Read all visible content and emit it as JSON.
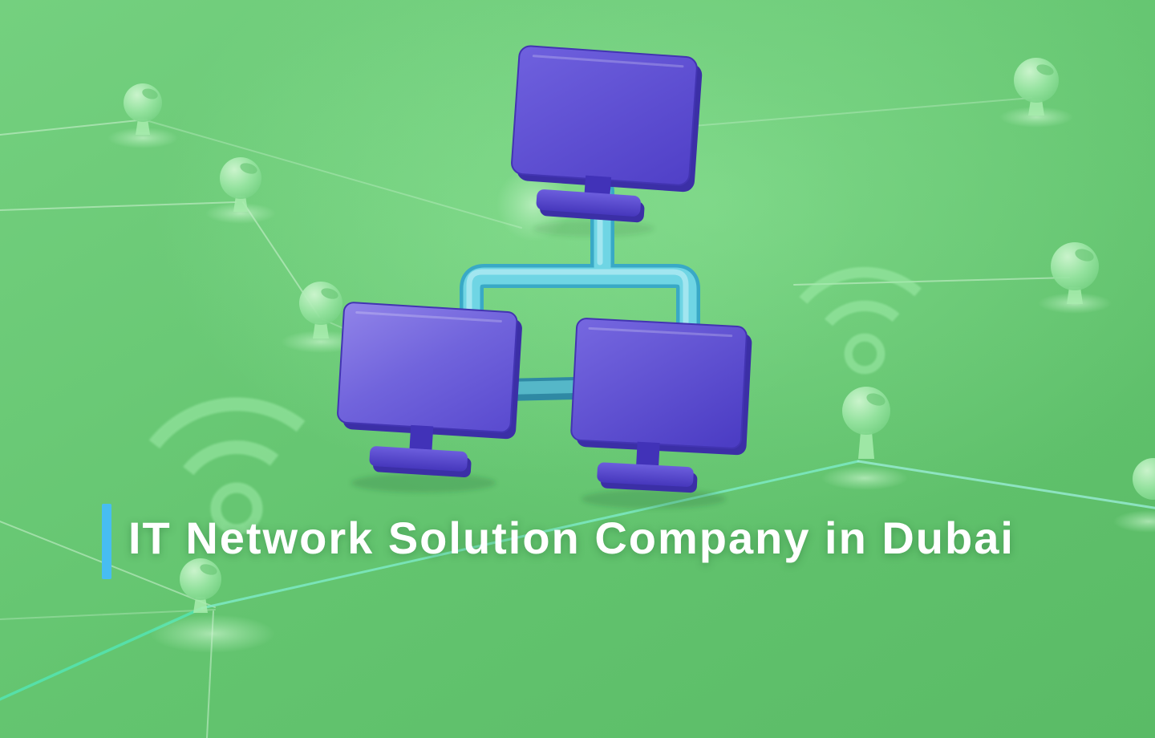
{
  "banner": {
    "title": "IT Network Solution Company in Dubai"
  },
  "illustration": {
    "label": "3d-network-of-three-computers",
    "monitor_count": 3
  },
  "decorations": {
    "wifi_icon_count": 2,
    "network_node_count": 8
  },
  "colors": {
    "background_green": "#63c46f",
    "background_green_light": "#74d07f",
    "accent_bar": "#47bdf2",
    "title_color": "#ffffff",
    "monitor_purple": "#5b4ccf",
    "monitor_purple_light": "#9184e9",
    "monitor_purple_dark": "#3b2fa6",
    "cable_cyan": "#6fd5e4",
    "cable_cyan_light": "#ace9f2",
    "cable_cyan_dark": "#39a9c6",
    "decor_line_green": "#e4fbe6",
    "decor_teal": "#55e2ab",
    "wifi_green": "#a0ecaa"
  }
}
